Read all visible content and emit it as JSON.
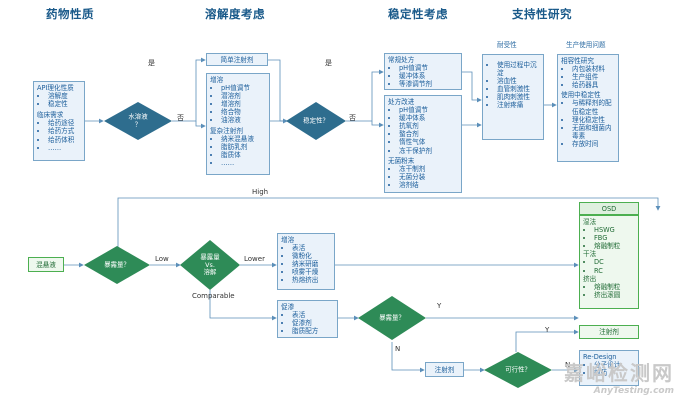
{
  "headers": {
    "drug_properties": "药物性质",
    "solubility": "溶解度考虑",
    "stability": "稳定性考虑",
    "supportive": "支持性研究"
  },
  "api_box": {
    "api_title": "API理化性质",
    "api_items": [
      "溶解度",
      "稳定性"
    ],
    "clinical_title": "临床需求",
    "clinical_items": [
      "给药途径",
      "给药方式",
      "给药体积",
      "……"
    ]
  },
  "decisions": {
    "water_soluble": "水溶液\n？",
    "stable": "稳定性？",
    "dose_small": "暴露量？",
    "dose_vs_solubility": "暴露量\nVs.\n溶解",
    "dose2": "暴露量？",
    "feasible": "可行性？"
  },
  "simple_injection": "简单注射剂",
  "solubilize_box": {
    "title1": "增溶",
    "items1": [
      "pH值调节",
      "潜溶剂",
      "增溶剂",
      "络合物",
      "油溶液"
    ],
    "title2": "复杂注射剂",
    "items2": [
      "纳米混悬液",
      "脂肪乳剂",
      "脂质体",
      "……"
    ]
  },
  "conventional_box": {
    "title": "常规处方",
    "items": [
      "pH值调节",
      "缓冲体系",
      "等渗调节剂"
    ]
  },
  "improved_box": {
    "title1": "处方改进",
    "items1": [
      "pH值调节",
      "缓冲体系",
      "抗氧剂",
      "螯合剂",
      "惰性气体",
      "冻干保护剂"
    ],
    "title2": "无菌粉末",
    "items2": [
      "冻干制剂",
      "无菌分装",
      "溶剂结"
    ]
  },
  "compat_header": "耐受性",
  "compat_box": {
    "items": [
      "使用过程中沉淀",
      "溶血性",
      "血管刺激性",
      "肌肉刺激性",
      "注射疼痛"
    ]
  },
  "in_use_header": "生产使用问题",
  "in_use_box": {
    "title1": "相容性研究",
    "items1": [
      "内包装材料",
      "生产组件",
      "给药器具"
    ],
    "title2": "使用中稳定性",
    "items2": [
      "与稀释剂的配伍稳定性",
      "理化稳定性",
      "无菌和细菌内毒素",
      "存放时间"
    ]
  },
  "labels": {
    "yes": "是",
    "no": "否",
    "high": "High",
    "low": "Low",
    "lower": "Lower",
    "comparable": "Comparable",
    "y1": "Y",
    "n1": "N",
    "y2": "Y",
    "n2": "N"
  },
  "suspension": "混悬液",
  "solubilize2_box": {
    "title": "增溶",
    "items": [
      "表活",
      "微粉化",
      "纳米研磨",
      "喷雾干燥",
      "热熔挤出"
    ]
  },
  "permeation_box": {
    "title": "促渗",
    "items": [
      "表活",
      "促渗剂",
      "脂质配方"
    ]
  },
  "injection_small": "注射剂",
  "injection_right": "注射剂",
  "redesign_box": {
    "title": "Re-Design",
    "items": [
      "分子设计",
      "前药"
    ]
  },
  "osd_header": "OSD",
  "osd_box": {
    "title1": "湿法",
    "items1": [
      "HSWG",
      "FBG",
      "熔融制粒"
    ],
    "title2": "干法",
    "items2": [
      "DC",
      "RC"
    ],
    "title3": "挤出",
    "items3": [
      "熔融制粒",
      "挤出滚圆"
    ]
  },
  "watermark": {
    "cn": "嘉峪检测网",
    "en": "AnyTesting.com"
  },
  "colors": {
    "diamond_blue": "#2e6d8e",
    "diamond_green": "#2e8b57",
    "box_border": "#7aa6c8",
    "box_fill": "#eaf2fa",
    "green_border": "#4caf50"
  }
}
